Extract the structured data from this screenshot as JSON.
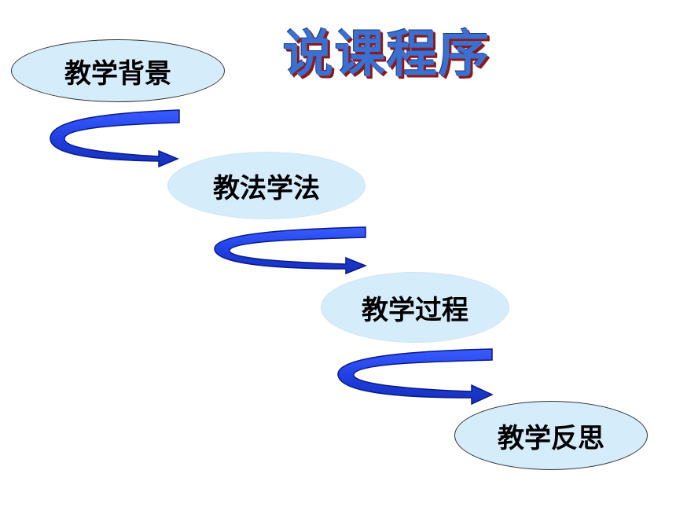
{
  "title": "说课程序",
  "steps": [
    {
      "label": "教学背景"
    },
    {
      "label": "教法学法"
    },
    {
      "label": "教学过程"
    },
    {
      "label": "教学反思"
    }
  ],
  "colors": {
    "step_fill": "#d5ecfb",
    "arrow_fill": "#1f3fe0",
    "arrow_edge": "#0a1a8a",
    "title_fill": "#3b6fd0",
    "title_shadow": "#8b1a1a"
  }
}
